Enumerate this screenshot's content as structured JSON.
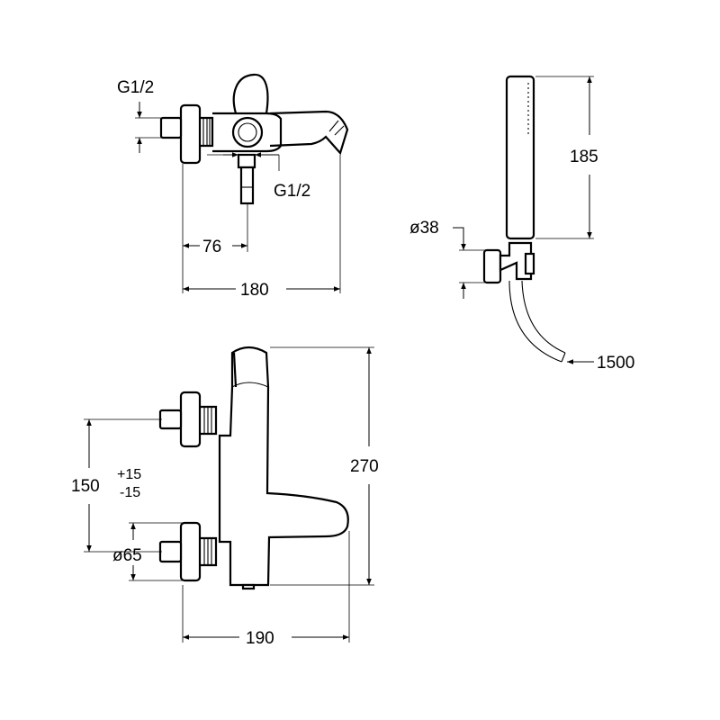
{
  "top_view": {
    "inlet_thread_label": "G1/2",
    "outlet_thread_label": "G1/2",
    "centre_to_outlet_dim": "76",
    "overall_width_dim": "180"
  },
  "hand_shower": {
    "holder_diameter_dim": "ø38",
    "handset_length_dim": "185",
    "hose_length_dim": "1500"
  },
  "front_view": {
    "centre_distance_dim": "150",
    "tolerance_plus": "+15",
    "tolerance_minus": "-15",
    "rosette_diameter_dim": "ø65",
    "overall_height_dim": "270",
    "spout_projection_dim": "190"
  }
}
